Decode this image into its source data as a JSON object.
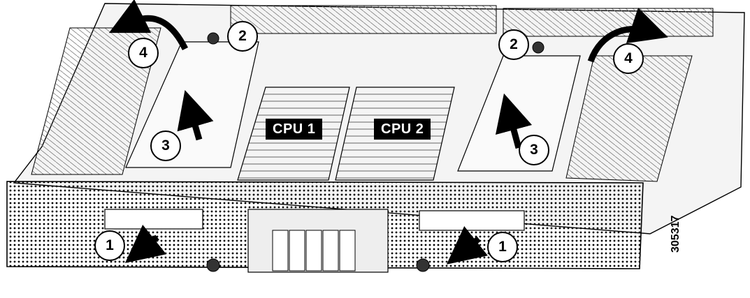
{
  "labels": {
    "cpu1": "CPU 1",
    "cpu2": "CPU 2"
  },
  "callouts": {
    "one_left": "1",
    "one_right": "1",
    "two_left": "2",
    "two_right": "2",
    "three_left": "3",
    "three_right": "3",
    "four_left": "4",
    "four_right": "4"
  },
  "figure_id": "305317",
  "colors": {
    "line": "#000000",
    "background": "#ffffff",
    "label_bg": "#000000",
    "label_text": "#ffffff"
  }
}
